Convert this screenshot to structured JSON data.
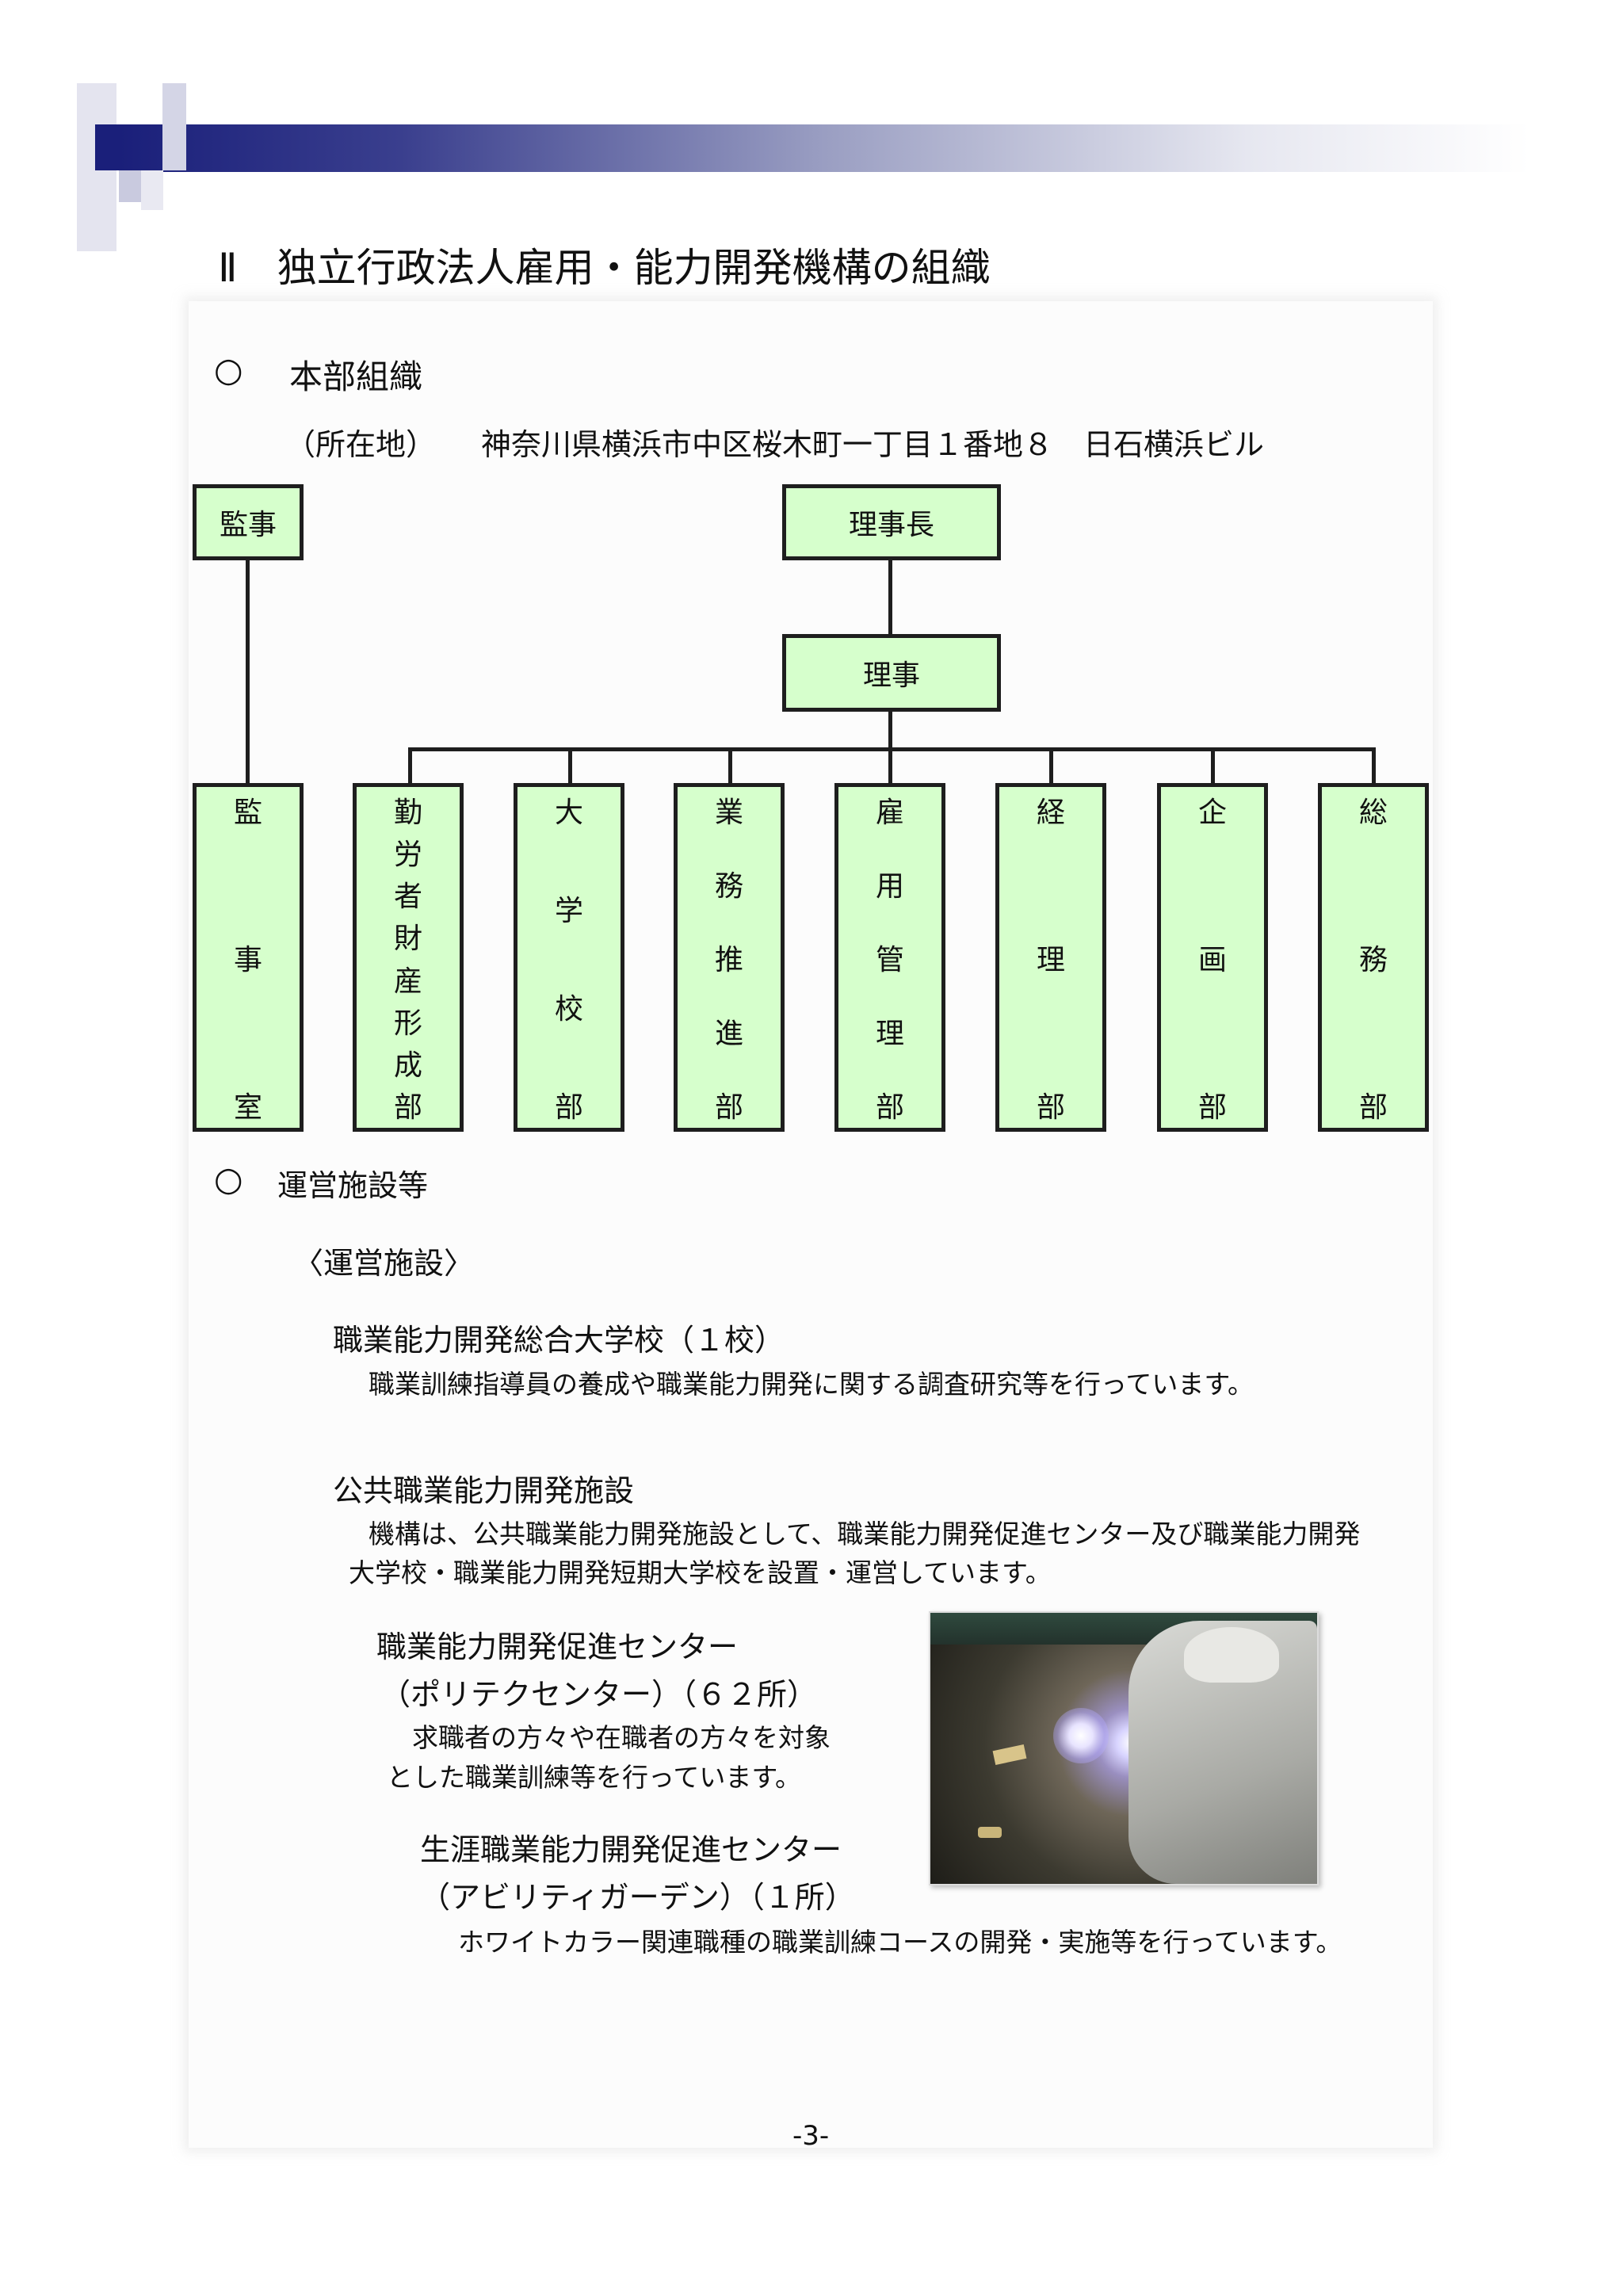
{
  "header": {
    "title": "Ⅱ　独立行政法人雇用・能力開発機構の組織"
  },
  "honbu": {
    "bullet": "○",
    "heading": "本部組織",
    "address": "（所在地）　　神奈川県横浜市中区桜木町一丁目１番地８　日石横浜ビル"
  },
  "org": {
    "kanji": "監事",
    "rijicho": "理事長",
    "riji": "理事",
    "departments": [
      [
        "監",
        "事",
        "室"
      ],
      [
        "勤",
        "労",
        "者",
        "財",
        "産",
        "形",
        "成",
        "部"
      ],
      [
        "大",
        "学",
        "校",
        "部"
      ],
      [
        "業",
        "務",
        "推",
        "進",
        "部"
      ],
      [
        "雇",
        "用",
        "管",
        "理",
        "部"
      ],
      [
        "経",
        "理",
        "部"
      ],
      [
        "企",
        "画",
        "部"
      ],
      [
        "総",
        "務",
        "部"
      ]
    ]
  },
  "unei": {
    "bullet": "○",
    "heading": "運営施設等",
    "sub": "〈運営施設〉",
    "daigakko_title": "職業能力開発総合大学校（１校）",
    "daigakko_desc": "職業訓練指導員の養成や職業能力開発に関する調査研究等を行っています。",
    "kokyo_title": "公共職業能力開発施設",
    "kokyo_desc1": "機構は、公共職業能力開発施設として、職業能力開発促進センター及び職業能力開発",
    "kokyo_desc2": "大学校・職業能力開発短期大学校を設置・運営しています。",
    "center_title1": "職業能力開発促進センター",
    "center_title2": "（ポリテクセンター）（６２所）",
    "center_desc1": "求職者の方々や在職者の方々を対象",
    "center_desc2": "とした職業訓練等を行っています。",
    "shogai_title1": "生涯職業能力開発促進センター",
    "shogai_title2": "（アビリティガーデン）（１所）",
    "shogai_desc": "ホワイトカラー関連職種の職業訓練コースの開発・実施等を行っています。"
  },
  "footer": {
    "page": "-3-"
  }
}
